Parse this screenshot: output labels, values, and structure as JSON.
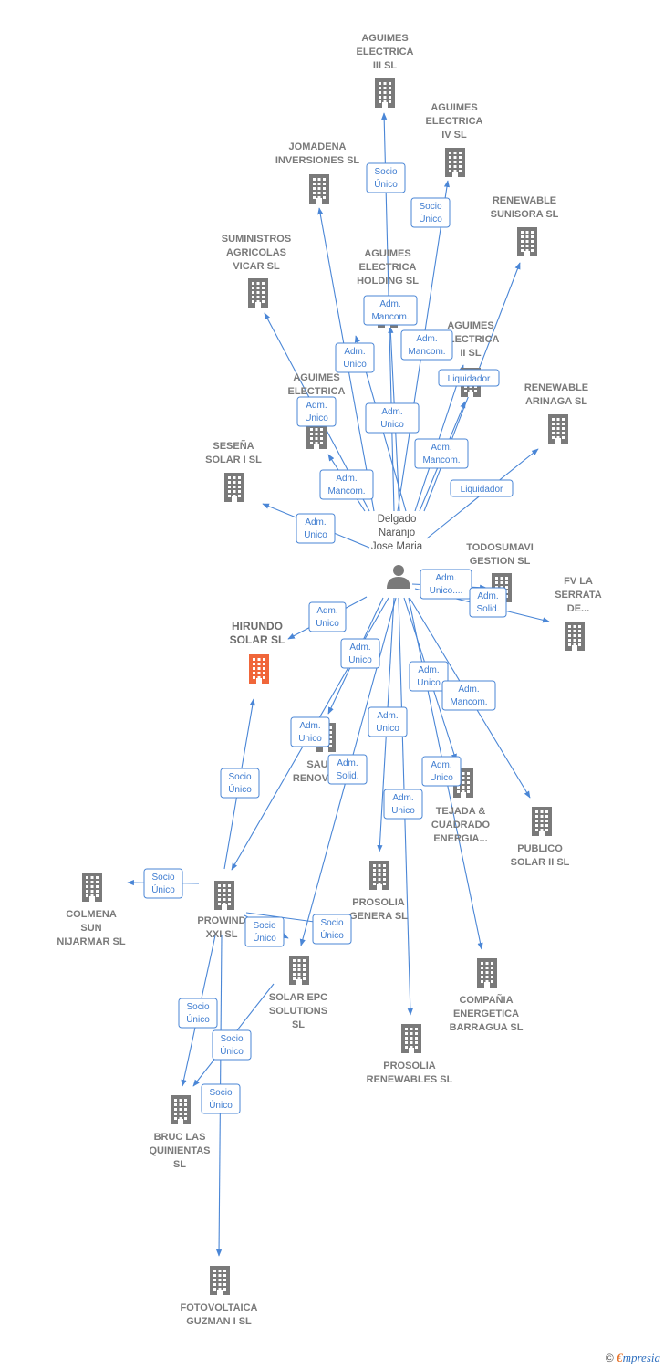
{
  "colors": {
    "edge": "#4a86d6",
    "company_icon": "#7a7a7a",
    "focus_icon": "#f0663a",
    "person_icon": "#7a7a7a"
  },
  "nodes": [
    {
      "id": "aguimes3",
      "label": [
        "AGUIMES",
        "ELECTRICA",
        "III SL"
      ],
      "type": "company"
    },
    {
      "id": "aguimes4",
      "label": [
        "AGUIMES",
        "ELECTRICA",
        "IV SL"
      ],
      "type": "company"
    },
    {
      "id": "jomadena",
      "label": [
        "JOMADENA",
        "INVERSIONES SL"
      ],
      "type": "company"
    },
    {
      "id": "sunisora",
      "label": [
        "RENEWABLE",
        "SUNISORA SL"
      ],
      "type": "company"
    },
    {
      "id": "suministros",
      "label": [
        "SUMINISTROS",
        "AGRICOLAS",
        "VICAR SL"
      ],
      "type": "company"
    },
    {
      "id": "holding",
      "label": [
        "AGUIMES",
        "ELECTRICA",
        "HOLDING SL"
      ],
      "type": "company"
    },
    {
      "id": "aguimes2",
      "label": [
        "AGUIMES",
        "ELECTRICA",
        "II SL"
      ],
      "type": "company"
    },
    {
      "id": "aguimes1",
      "label": [
        "AGUIMES",
        "ELECTRICA"
      ],
      "type": "company"
    },
    {
      "id": "arinaga",
      "label": [
        "RENEWABLE",
        "ARINAGA  SL"
      ],
      "type": "company"
    },
    {
      "id": "sesena",
      "label": [
        "SESEÑA",
        "SOLAR I SL"
      ],
      "type": "company"
    },
    {
      "id": "todosumavi",
      "label": [
        "TODOSUMAVI",
        "GESTION SL"
      ],
      "type": "company"
    },
    {
      "id": "fvserrata",
      "label": [
        "FV LA",
        "SERRATA",
        "DE..."
      ],
      "type": "company"
    },
    {
      "id": "hirundo",
      "label": [
        "HIRUNDO",
        "SOLAR  SL"
      ],
      "type": "focus"
    },
    {
      "id": "sau",
      "label": [
        "SAU",
        "RENOVAB"
      ],
      "type": "company"
    },
    {
      "id": "tejada",
      "label": [
        "TEJADA &",
        "CUADRADO",
        "ENERGIA..."
      ],
      "type": "company"
    },
    {
      "id": "publico",
      "label": [
        "PUBLICO",
        "SOLAR II SL"
      ],
      "type": "company"
    },
    {
      "id": "colmena",
      "label": [
        "COLMENA",
        "SUN",
        "NIJARMAR  SL"
      ],
      "type": "company"
    },
    {
      "id": "prowind",
      "label": [
        "PROWIND",
        "XXI SL"
      ],
      "type": "company"
    },
    {
      "id": "prosoliagenera",
      "label": [
        "PROSOLIA",
        "GENERA SL"
      ],
      "type": "company"
    },
    {
      "id": "solarepc",
      "label": [
        "SOLAR EPC",
        "SOLUTIONS",
        "SL"
      ],
      "type": "company"
    },
    {
      "id": "barragua",
      "label": [
        "COMPAÑIA",
        "ENERGETICA",
        "BARRAGUA SL"
      ],
      "type": "company"
    },
    {
      "id": "prosoliarenew",
      "label": [
        "PROSOLIA",
        "RENEWABLES SL"
      ],
      "type": "company"
    },
    {
      "id": "bruc",
      "label": [
        "BRUC LAS",
        "QUINIENTAS",
        "SL"
      ],
      "type": "company"
    },
    {
      "id": "guzman",
      "label": [
        "FOTOVOLTAICA",
        "GUZMAN I  SL"
      ],
      "type": "company"
    },
    {
      "id": "delgado",
      "label": [
        "Delgado",
        "Naranjo",
        "Jose Maria"
      ],
      "type": "person"
    }
  ],
  "edges": [
    {
      "from": "delgado",
      "to": "aguimes3",
      "label": [
        "Socio",
        "Único"
      ]
    },
    {
      "from": "delgado",
      "to": "aguimes4",
      "label": [
        "Socio",
        "Único"
      ]
    },
    {
      "from": "delgado",
      "to": "jomadena",
      "label": [
        "Adm.",
        "Unico"
      ]
    },
    {
      "from": "delgado",
      "to": "sunisora",
      "label": [
        "Liquidador"
      ]
    },
    {
      "from": "delgado",
      "to": "suministros",
      "label": [
        "Adm.",
        "Unico"
      ]
    },
    {
      "from": "delgado",
      "to": "holding",
      "label": [
        "Adm.",
        "Mancom."
      ]
    },
    {
      "from": "delgado",
      "to": "aguimes2",
      "label": [
        "Adm.",
        "Mancom."
      ]
    },
    {
      "from": "delgado",
      "to": "aguimes1",
      "label": [
        "Adm.",
        "Mancom."
      ]
    },
    {
      "from": "delgado",
      "to": "aguimes2",
      "label": [
        "Adm.",
        "Mancom."
      ]
    },
    {
      "from": "delgado",
      "to": "arinaga",
      "label": [
        "Liquidador"
      ]
    },
    {
      "from": "delgado",
      "to": "sesena",
      "label": [
        "Adm.",
        "Unico"
      ]
    },
    {
      "from": "delgado",
      "to": "aguimes1",
      "label": [
        "Adm.",
        "Unico"
      ]
    },
    {
      "from": "delgado",
      "to": "todosumavi",
      "label": [
        "Adm.",
        "Unico...."
      ]
    },
    {
      "from": "delgado",
      "to": "fvserrata",
      "label": [
        "Adm.",
        "Solid."
      ]
    },
    {
      "from": "delgado",
      "to": "hirundo",
      "label": [
        "Adm.",
        "Unico"
      ]
    },
    {
      "from": "delgado",
      "to": "sau",
      "label": [
        "Adm.",
        "Unico"
      ]
    },
    {
      "from": "delgado",
      "to": "prowind",
      "label": [
        "Adm.",
        "Unico"
      ]
    },
    {
      "from": "delgado",
      "to": "solarepc",
      "label": [
        "Adm.",
        "Solid."
      ]
    },
    {
      "from": "delgado",
      "to": "prosoliagenera",
      "label": [
        "Adm.",
        "Unico"
      ]
    },
    {
      "from": "delgado",
      "to": "prosoliarenew",
      "label": [
        "Adm.",
        "Unico"
      ]
    },
    {
      "from": "delgado",
      "to": "tejada",
      "label": [
        "Adm.",
        "Unico"
      ]
    },
    {
      "from": "delgado",
      "to": "publico",
      "label": [
        "Adm.",
        "Mancom."
      ]
    },
    {
      "from": "delgado",
      "to": "barragua",
      "label": [
        "Adm.",
        "Unico"
      ]
    },
    {
      "from": "prowind",
      "to": "hirundo",
      "label": [
        "Socio",
        "Único"
      ]
    },
    {
      "from": "prowind",
      "to": "colmena",
      "label": [
        "Socio",
        "Único"
      ]
    },
    {
      "from": "prowind",
      "to": "solarepc",
      "label": [
        "Socio",
        "Único"
      ]
    },
    {
      "from": "prowind",
      "to": "bruc",
      "label": [
        "Socio",
        "Único"
      ]
    },
    {
      "from": "solarepc",
      "to": "bruc",
      "label": [
        "Socio",
        "Único"
      ]
    },
    {
      "from": "prowind",
      "to": "guzman",
      "label": [
        "Socio",
        "Único"
      ]
    },
    {
      "from": "prowind",
      "to": "prosoliagenera",
      "label": [
        "Socio",
        "Único"
      ]
    }
  ],
  "footer": {
    "copyright": "©",
    "brand_e": "€",
    "brand_rest": "mpresia"
  }
}
